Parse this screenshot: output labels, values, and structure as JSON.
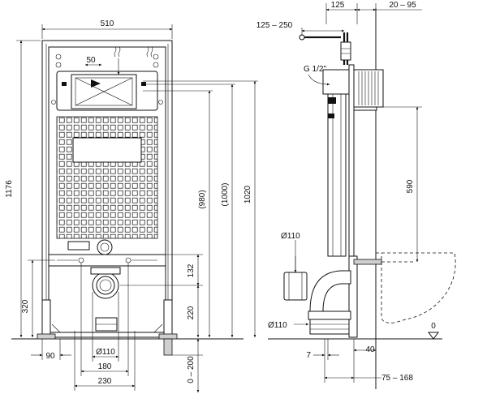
{
  "front_view": {
    "dims": {
      "frame_width": "510",
      "top_opening": "50",
      "total_height": "1176",
      "h_980": "(980)",
      "h_1000": "(1000)",
      "h_1020": "1020",
      "h_132": "132",
      "h_220": "220",
      "h_0_200": "0 – 200",
      "h_320": "320",
      "w_90": "90",
      "d_110": "Ø110",
      "w_180": "180",
      "w_230": "230"
    }
  },
  "side_view": {
    "dims": {
      "top_125": "125",
      "top_20_95": "20 – 95",
      "top_125_250": "125 – 250",
      "thread": "G 1/2\"",
      "h_590": "590",
      "d_110_upper": "Ø110",
      "d_110_lower": "Ø110",
      "floor_zero": "0",
      "w_7": "7",
      "w_40": "40",
      "w_75_168": "75 – 168"
    }
  }
}
